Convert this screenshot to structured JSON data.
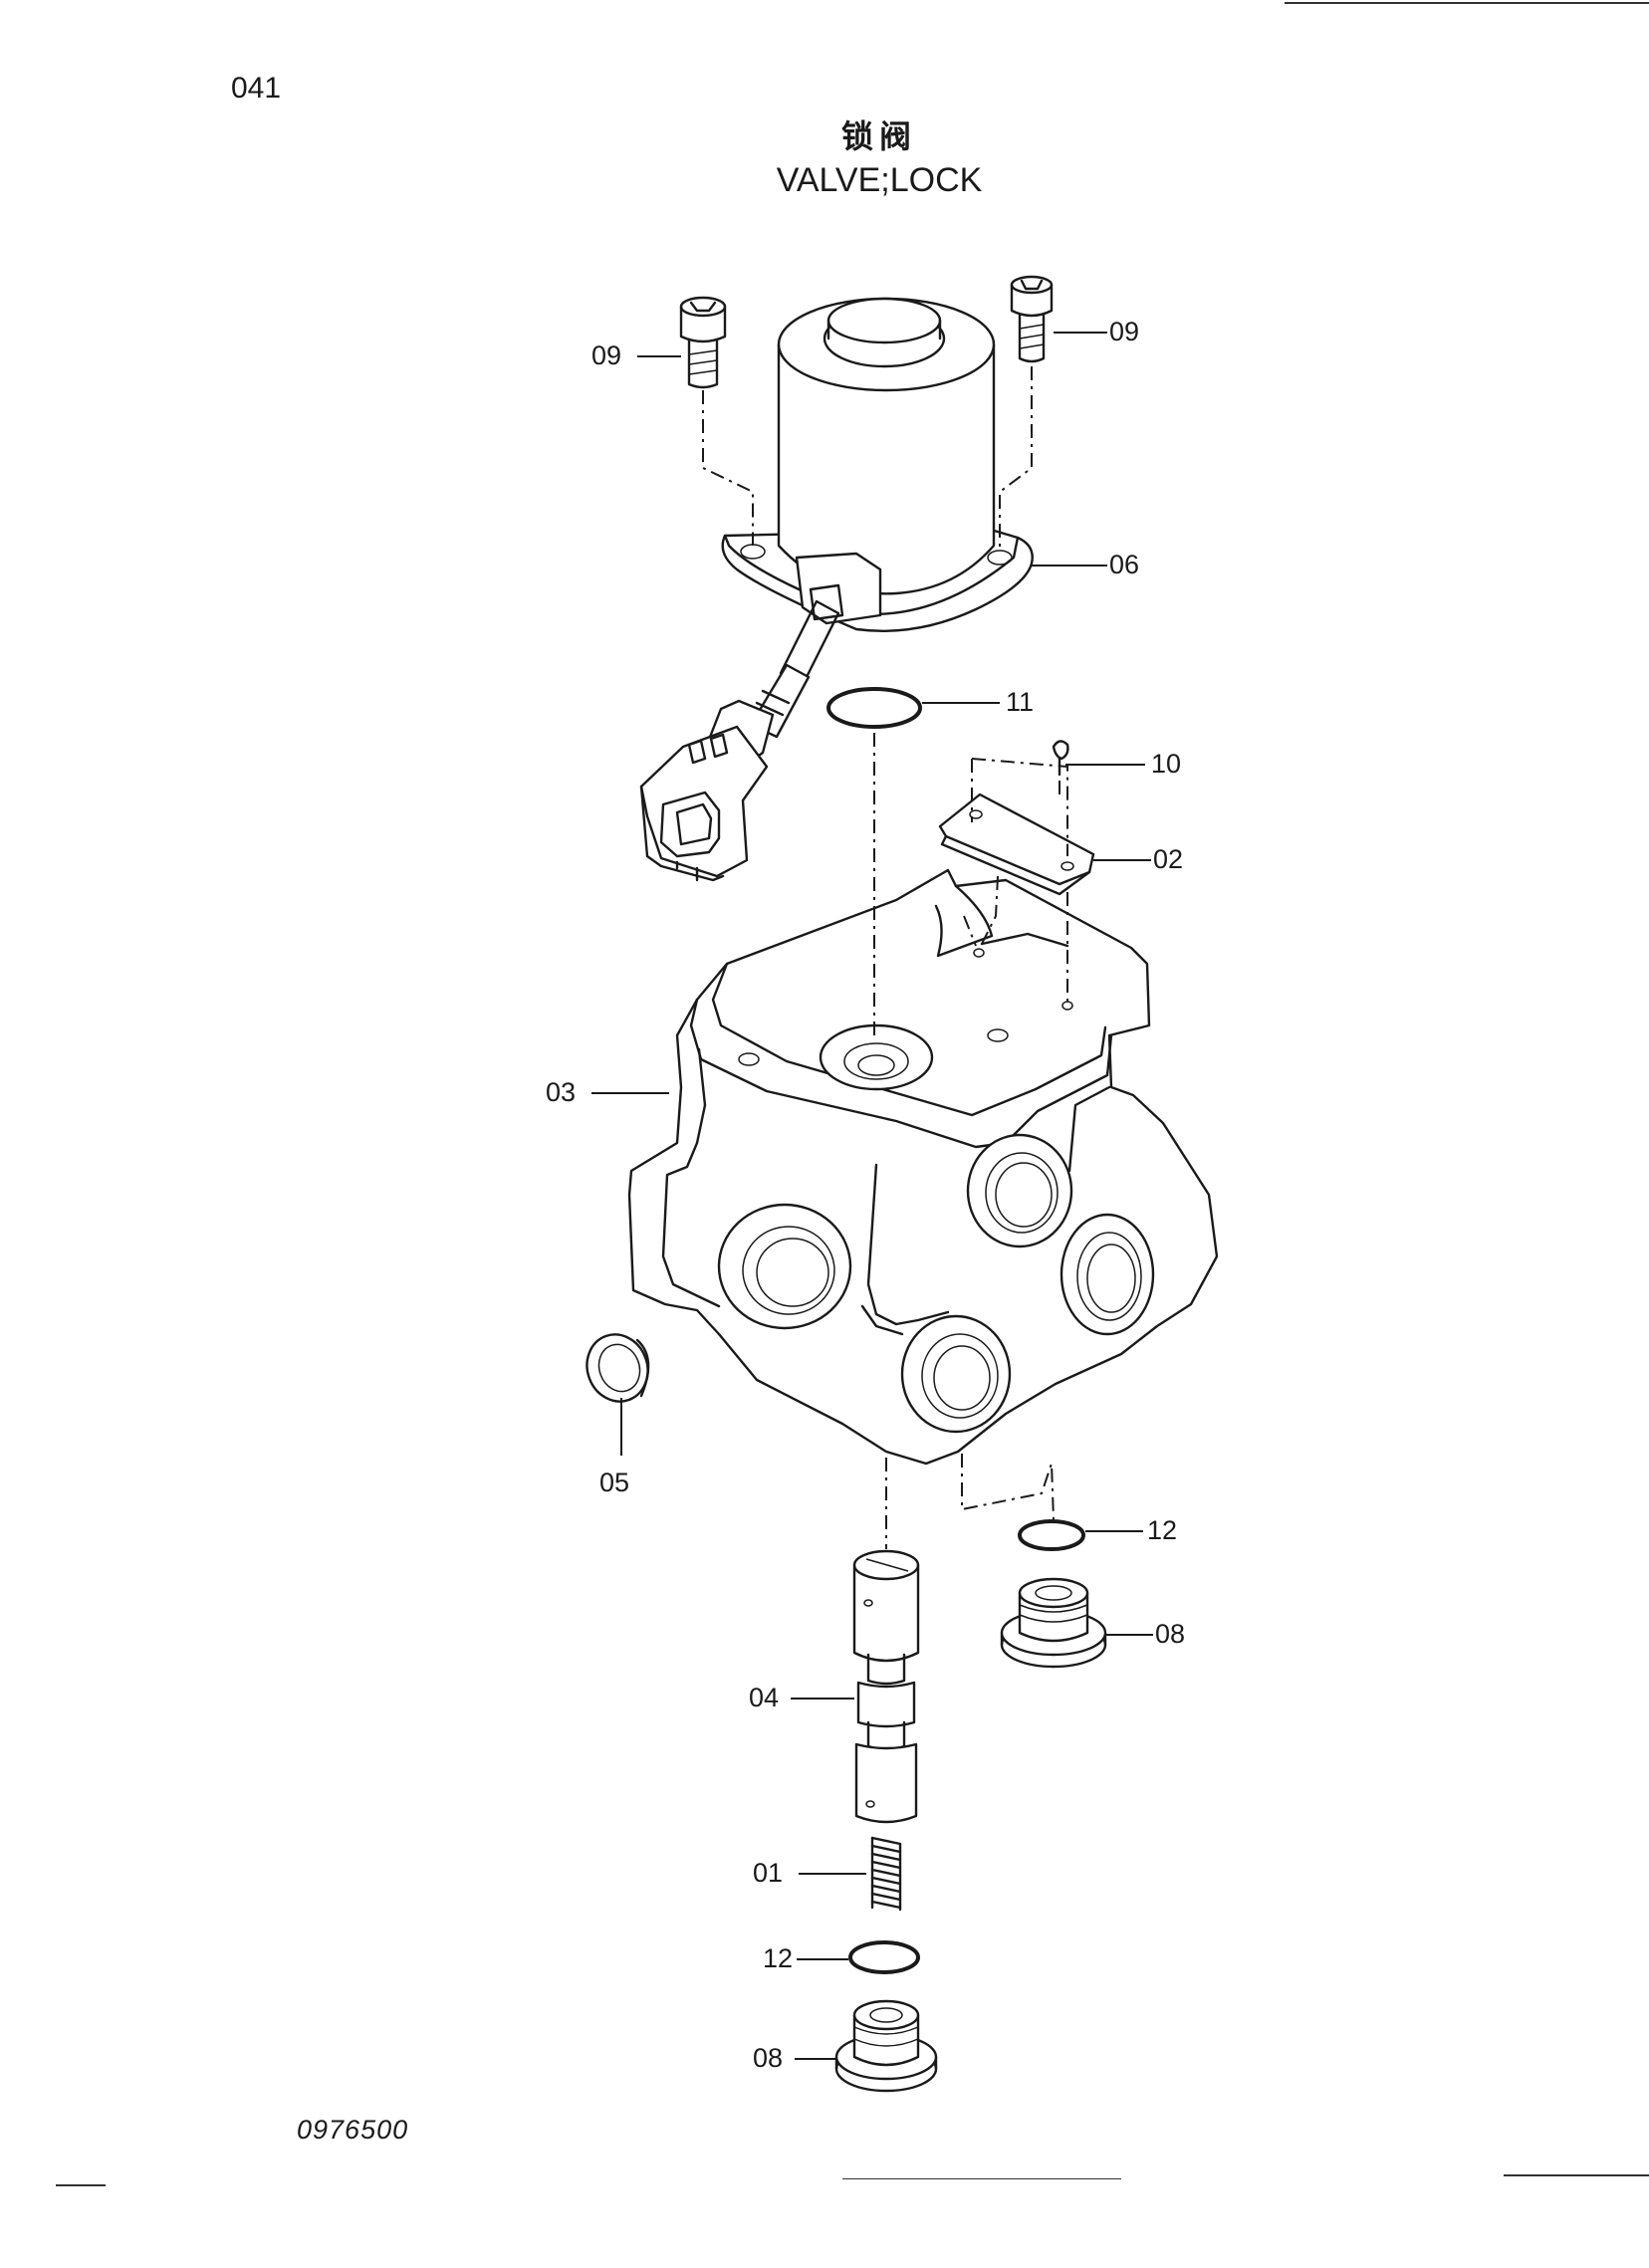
{
  "page_number": "041",
  "title_chinese": "锁阀",
  "title_english": "VALVE;LOCK",
  "drawing_number": "0976500",
  "callouts": {
    "c01": "01",
    "c02": "02",
    "c03": "03",
    "c04": "04",
    "c05": "05",
    "c06": "06",
    "c08a": "08",
    "c08b": "08",
    "c09a": "09",
    "c09b": "09",
    "c10": "10",
    "c11": "11",
    "c12a": "12",
    "c12b": "12"
  }
}
